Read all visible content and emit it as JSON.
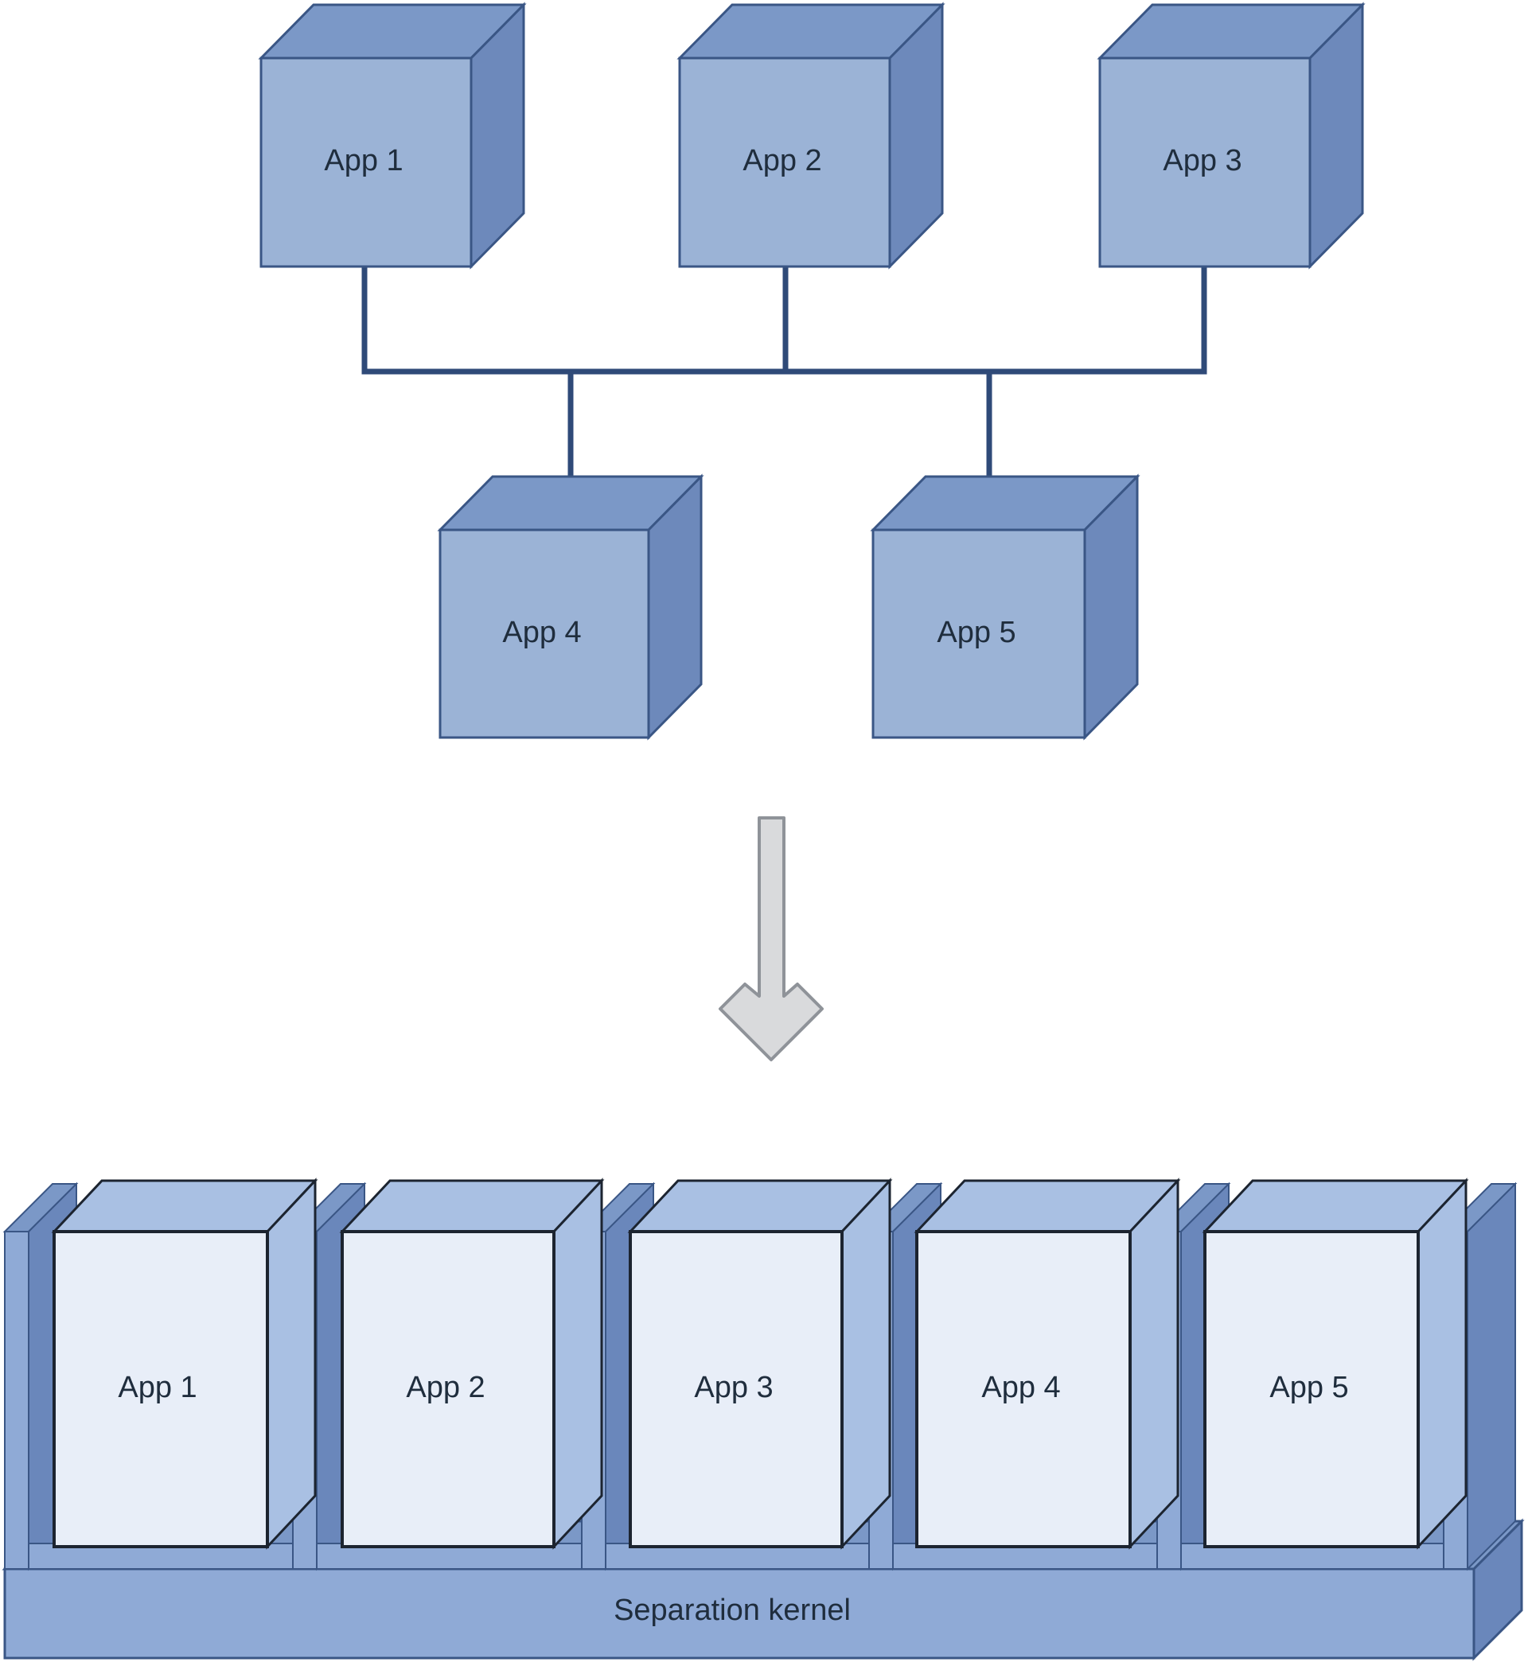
{
  "diagram": {
    "top_apps": [
      {
        "label": "App 1"
      },
      {
        "label": "App 2"
      },
      {
        "label": "App 3"
      },
      {
        "label": "App 4"
      },
      {
        "label": "App 5"
      }
    ],
    "partitions": [
      {
        "label": "App 1"
      },
      {
        "label": "App 2"
      },
      {
        "label": "App 3"
      },
      {
        "label": "App 4"
      },
      {
        "label": "App 5"
      }
    ],
    "kernel_label": "Separation kernel",
    "colors": {
      "cube_front": "#9bb3d6",
      "cube_top": "#7b98c7",
      "cube_side": "#6d89bb",
      "cube_edge": "#3a5685",
      "bus_line": "#2f4a78",
      "arrow_fill": "#d9dadc",
      "arrow_stroke": "#8f9399",
      "partition_front": "#e8eef8",
      "partition_top": "#a9c0e3",
      "partition_side": "#a9c0e3",
      "partition_edge": "#1c2430",
      "wall_front": "#8faad6",
      "wall_top": "#7b98c7",
      "wall_side": "#6a87bb",
      "kernel_front": "#8faad6",
      "kernel_top": "#7b98c7",
      "kernel_side": "#6a87bb"
    }
  }
}
